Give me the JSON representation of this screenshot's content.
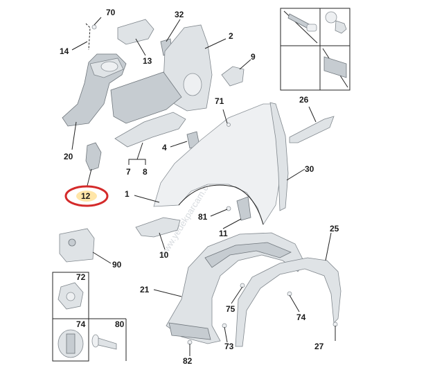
{
  "watermark": "www.yedekparcam.com.tr",
  "highlight": {
    "part": "12",
    "color": "#d42a2a",
    "fill": "#ffe6a8"
  },
  "labels": [
    {
      "id": "70",
      "text": "70"
    },
    {
      "id": "32",
      "text": "32"
    },
    {
      "id": "14",
      "text": "14"
    },
    {
      "id": "13",
      "text": "13"
    },
    {
      "id": "2",
      "text": "2"
    },
    {
      "id": "9",
      "text": "9"
    },
    {
      "id": "71",
      "text": "71"
    },
    {
      "id": "26",
      "text": "26"
    },
    {
      "id": "20",
      "text": "20"
    },
    {
      "id": "4",
      "text": "4"
    },
    {
      "id": "7",
      "text": "7"
    },
    {
      "id": "8",
      "text": "8"
    },
    {
      "id": "30",
      "text": "30"
    },
    {
      "id": "12",
      "text": "12"
    },
    {
      "id": "1",
      "text": "1"
    },
    {
      "id": "81",
      "text": "81"
    },
    {
      "id": "11",
      "text": "11"
    },
    {
      "id": "25",
      "text": "25"
    },
    {
      "id": "10",
      "text": "10"
    },
    {
      "id": "90",
      "text": "90"
    },
    {
      "id": "72",
      "text": "72"
    },
    {
      "id": "21",
      "text": "21"
    },
    {
      "id": "75",
      "text": "75"
    },
    {
      "id": "74a",
      "text": "74"
    },
    {
      "id": "74b",
      "text": "74"
    },
    {
      "id": "80",
      "text": "80"
    },
    {
      "id": "73",
      "text": "73"
    },
    {
      "id": "27",
      "text": "27"
    },
    {
      "id": "82",
      "text": "82"
    }
  ]
}
